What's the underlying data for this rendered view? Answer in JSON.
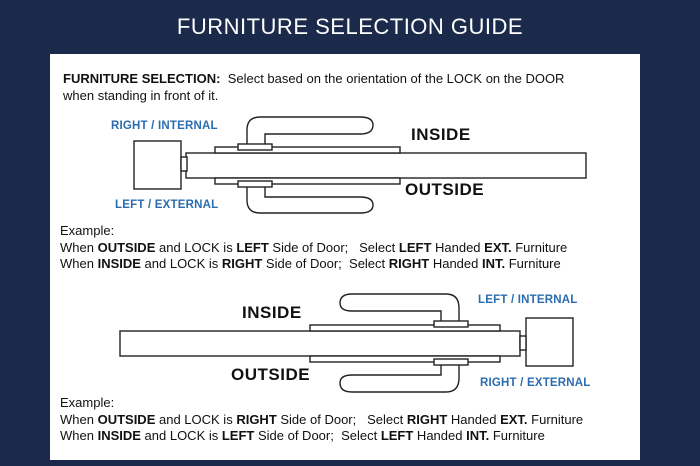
{
  "colors": {
    "frame": "#1b2a4a",
    "blue_label": "#2b6cb0"
  },
  "header": {
    "title": "FURNITURE SELECTION GUIDE"
  },
  "intro": {
    "heading": "FURNITURE SELECTION:",
    "text_a": "Select based on the orientation of the LOCK on the DOOR",
    "text_b": "when standing in front of it."
  },
  "diagram_1": {
    "label_top_left": "RIGHT / INTERNAL",
    "label_bottom_left": "LEFT / EXTERNAL",
    "label_inside": "INSIDE",
    "label_outside": "OUTSIDE",
    "example_title": "Example:",
    "line1": {
      "a": "When ",
      "b": "OUTSIDE",
      "c": " and LOCK is ",
      "d": "LEFT",
      "e": " Side of Door;   Select ",
      "f": "LEFT",
      "g": " Handed ",
      "h": "EXT.",
      "i": " Furniture"
    },
    "line2": {
      "a": "When ",
      "b": "INSIDE",
      "c": " and LOCK is ",
      "d": "RIGHT",
      "e": " Side of Door;  Select ",
      "f": "RIGHT",
      "g": " Handed ",
      "h": "INT.",
      "i": " Furniture"
    }
  },
  "diagram_2": {
    "label_top_right": "LEFT / INTERNAL",
    "label_bottom_right": "RIGHT / EXTERNAL",
    "label_inside": "INSIDE",
    "label_outside": "OUTSIDE",
    "example_title": "Example:",
    "line1": {
      "a": "When ",
      "b": "OUTSIDE",
      "c": " and LOCK is ",
      "d": "RIGHT",
      "e": " Side of Door;   Select ",
      "f": "RIGHT",
      "g": " Handed ",
      "h": "EXT.",
      "i": " Furniture"
    },
    "line2": {
      "a": "When ",
      "b": "INSIDE",
      "c": " and LOCK is ",
      "d": "LEFT",
      "e": " Side of Door;  Select ",
      "f": "LEFT",
      "g": " Handed ",
      "h": "INT.",
      "i": " Furniture"
    }
  }
}
